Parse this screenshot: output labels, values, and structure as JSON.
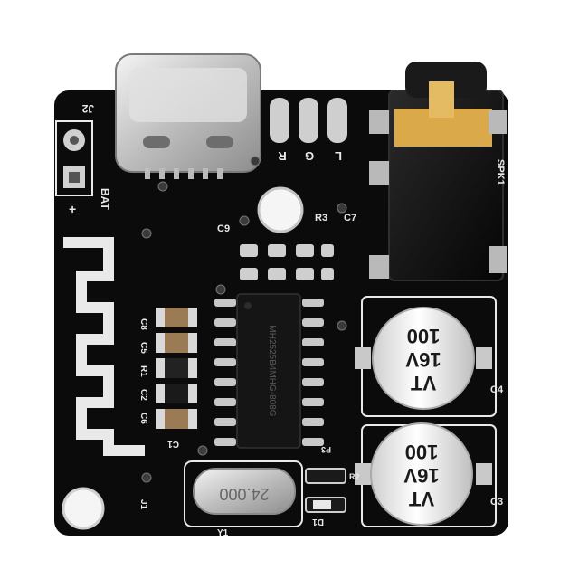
{
  "silkscreen": {
    "j2": "J2",
    "bat": "BAT",
    "plus": "+",
    "r_label": "R",
    "g_label": "G",
    "l_label": "L",
    "spk1": "SPK1",
    "c9": "C9",
    "r3": "R3",
    "c7": "C7",
    "c8": "C8",
    "c5": "C5",
    "r1": "R1",
    "c2": "C2",
    "c6": "C6",
    "c1": "C1",
    "c4": "C4",
    "c3": "C3",
    "j1": "J1",
    "y1": "Y1",
    "r2": "R2",
    "d1": "D1",
    "p3": "P3"
  },
  "crystal": {
    "marking": "24.000"
  },
  "capacitor_top": {
    "line1": "VT",
    "line2": "16V",
    "line3": "100"
  },
  "capacitor_bottom": {
    "line1": "VT",
    "line2": "16V",
    "line3": "100"
  },
  "chip": {
    "marking": "MH2525B4MHG-808G"
  },
  "colors": {
    "board": "#0b0b0c",
    "silkscreen": "#e9e9e9",
    "pad": "#c9c9c9",
    "gold": "#d9a94a",
    "cap_body": "#f2f2f2"
  }
}
